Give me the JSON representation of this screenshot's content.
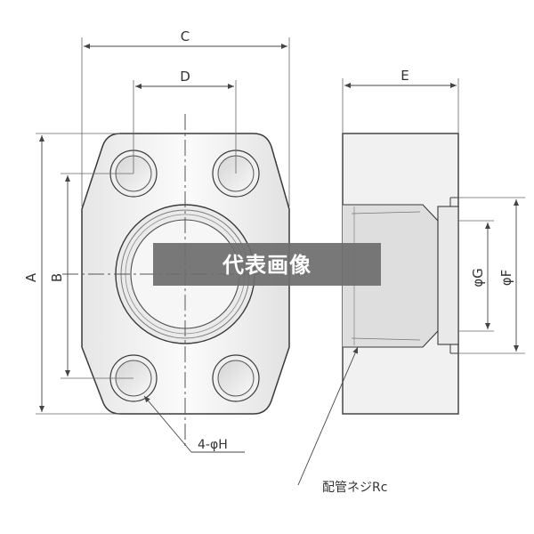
{
  "dimensions": {
    "A": "A",
    "B": "B",
    "C": "C",
    "D": "D",
    "E": "E",
    "F": "φF",
    "G": "φG"
  },
  "callouts": {
    "holes": "4-φH",
    "thread": "配管ネジRc"
  },
  "banner": {
    "text": "代表画像"
  },
  "colors": {
    "body_fill": "#f2f2f2",
    "outline": "#3a3a3a",
    "banner_bg": "#6e6e6e",
    "banner_text": "#ffffff"
  }
}
